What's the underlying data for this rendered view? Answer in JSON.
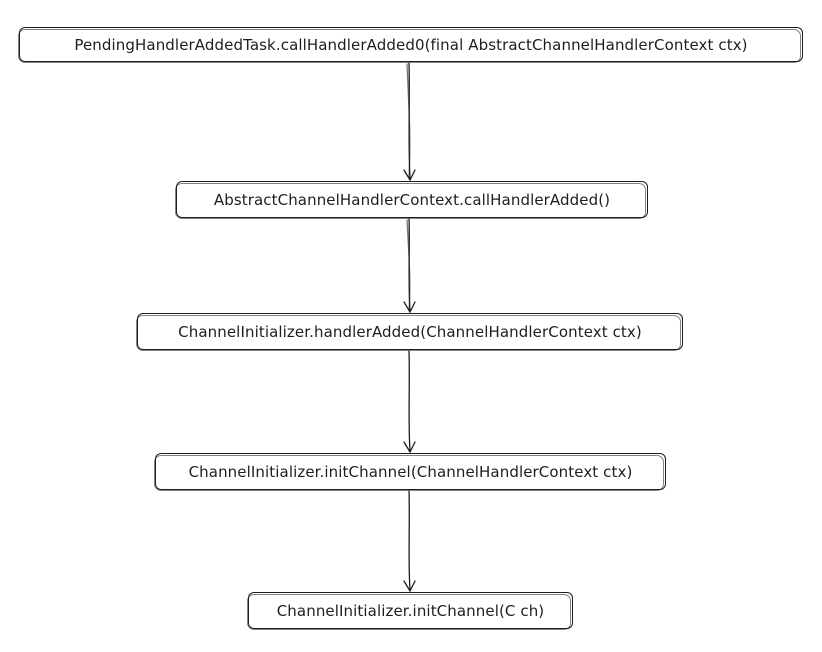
{
  "nodes": [
    {
      "id": "n1",
      "label": "PendingHandlerAddedTask.callHandlerAdded0(final AbstractChannelHandlerContext ctx)"
    },
    {
      "id": "n2",
      "label": "AbstractChannelHandlerContext.callHandlerAdded()"
    },
    {
      "id": "n3",
      "label": "ChannelInitializer.handlerAdded(ChannelHandlerContext ctx)"
    },
    {
      "id": "n4",
      "label": "ChannelInitializer.initChannel(ChannelHandlerContext ctx)"
    },
    {
      "id": "n5",
      "label": "ChannelInitializer.initChannel(C ch)"
    }
  ],
  "edges": [
    {
      "from": "n1",
      "to": "n2"
    },
    {
      "from": "n2",
      "to": "n3"
    },
    {
      "from": "n3",
      "to": "n4"
    },
    {
      "from": "n4",
      "to": "n5"
    }
  ],
  "colors": {
    "stroke": "#1e1e1e",
    "background": "#ffffff"
  }
}
